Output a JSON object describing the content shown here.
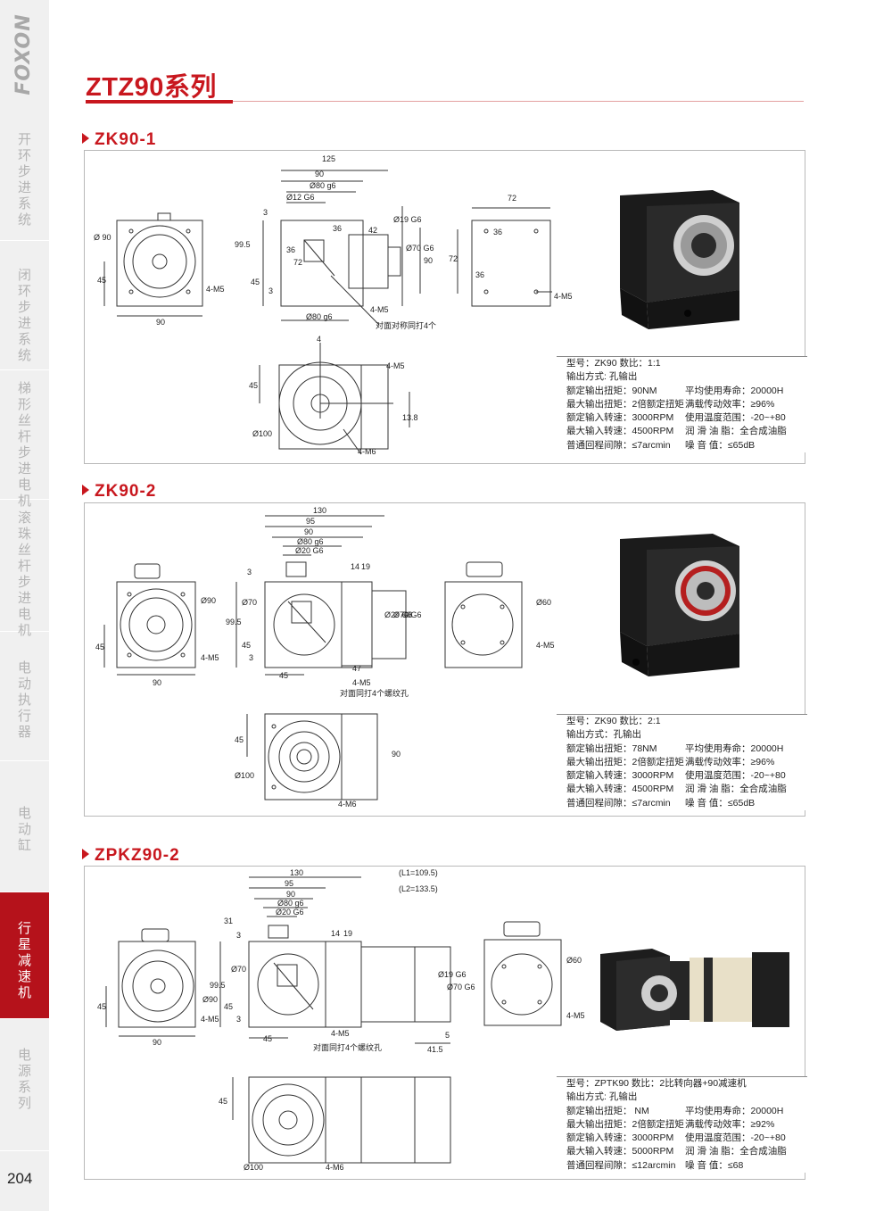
{
  "brand": "FOXON",
  "page_number": "204",
  "page_title": "ZTZ90系列",
  "nav": [
    {
      "label": "开环步进系统",
      "active": false
    },
    {
      "label": "闭环步进系统",
      "active": false
    },
    {
      "label": "梯形丝杆步进电机",
      "active": false
    },
    {
      "label": "滚珠丝杆步进电机",
      "active": false
    },
    {
      "label": "电动执行器",
      "active": false
    },
    {
      "label": "电动缸",
      "active": false
    },
    {
      "label": "行星减速机",
      "active": true
    },
    {
      "label": "电源系列",
      "active": false
    }
  ],
  "sections": [
    {
      "heading": "ZK90-1",
      "dims": {
        "d125": "125",
        "d90a": "90",
        "d80g6": "Ø80 g6",
        "d12g6": "Ø12 G6",
        "d3": "3",
        "d36a": "36",
        "d42": "42",
        "d19g6": "Ø19 G6",
        "d70g6": "Ø70 G6",
        "d90b": "90",
        "d995": "99.5",
        "d36b": "36",
        "d72": "72",
        "d45a": "45",
        "d3b": "3",
        "d80g6b": "Ø80 g6",
        "m5a": "4-M5",
        "m5note": "对面对称同打4个",
        "d90c": "Ø 90",
        "d45b": "45",
        "m5b": "4-M5",
        "d90d": "90",
        "d72b": "72",
        "d36c": "36",
        "d72c": "72",
        "d36d": "36",
        "m5c": "4-M5",
        "d4": "4",
        "d45c": "45",
        "m5d": "4-M5",
        "d138": "13.8",
        "d100": "Ø100",
        "m6": "4-M6"
      },
      "spec": [
        [
          "型号：ZK90   数比：1:1",
          ""
        ],
        [
          "输出方式: 孔输出",
          ""
        ],
        [
          "额定输出扭矩：90NM",
          "平均使用寿命：20000H"
        ],
        [
          "最大输出扭矩：2倍额定扭矩",
          "满载传动效率：≥96%"
        ],
        [
          "额定输入转速：3000RPM",
          "使用温度范围：-20~+80"
        ],
        [
          "最大输入转速：4500RPM",
          "润  滑  油  脂：全合成油脂"
        ],
        [
          "普通回程间隙：≤7arcmin",
          "噪       音    值：≤65dB"
        ]
      ]
    },
    {
      "heading": "ZK90-2",
      "dims": {
        "d130": "130",
        "d95": "95",
        "d90a": "90",
        "d80g6": "Ø80 g6",
        "d20g6": "Ø20 G6",
        "d3a": "3",
        "d14": "14",
        "d19": "19",
        "d70": "Ø70",
        "d995": "99.5",
        "d45a": "45",
        "d3b": "3",
        "d29g6": "Ø29 G6",
        "d70g6": "Ø70 G6",
        "d90b": "90",
        "d45b": "45",
        "d47": "47",
        "m5": "4-M5",
        "m5note": "对面同打4个螺纹孔",
        "d90c": "Ø90",
        "d45c": "45",
        "m5b": "4-M5",
        "d90d": "90",
        "d60": "Ø60",
        "m5c": "4-M5",
        "d45d": "45",
        "d90e": "90",
        "d100": "Ø100",
        "m6": "4-M6"
      },
      "spec": [
        [
          "型号：ZK90    数比：2:1",
          ""
        ],
        [
          "输出方式：孔输出",
          ""
        ],
        [
          "额定输出扭矩：78NM",
          "平均使用寿命：20000H"
        ],
        [
          "最大输出扭矩：2倍额定扭矩",
          "满载传动效率：≥96%"
        ],
        [
          "额定输入转速：3000RPM",
          "使用温度范围：-20~+80"
        ],
        [
          "最大输入转速：4500RPM",
          "润  滑  油  脂：全合成油脂"
        ],
        [
          "普通回程间隙：≤7arcmin",
          "噪       音    值：≤65dB"
        ]
      ]
    },
    {
      "heading": "ZPKZ90-2",
      "dims": {
        "d130": "130",
        "l1": "(L1=109.5)",
        "l2": "(L2=133.5)",
        "d95": "95",
        "d90a": "90",
        "d80g6": "Ø80 g6",
        "d20g6": "Ø20 G6",
        "d31": "31",
        "d3a": "3",
        "d14": "14",
        "d19": "19",
        "d70": "Ø70",
        "d995": "99.5",
        "d45a": "45",
        "d3b": "3",
        "d19g6": "Ø19 G6",
        "d70g6": "Ø70 G6",
        "d45b": "45",
        "m5": "4-M5",
        "m5note": "对面同打4个螺纹孔",
        "d5": "5",
        "d415": "41.5",
        "d90c": "Ø90",
        "d45c": "45",
        "m5b": "4-M5",
        "d90d": "90",
        "d60": "Ø60",
        "m5c": "4-M5",
        "d45d": "45",
        "d100": "Ø100",
        "m6": "4-M6"
      },
      "spec": [
        [
          "型号：ZPTK90   数比：2比转向器+90减速机",
          ""
        ],
        [
          "输出方式: 孔输出",
          ""
        ],
        [
          "额定输出扭矩：    NM",
          "平均使用寿命：20000H"
        ],
        [
          "最大输出扭矩：2倍额定扭矩",
          "满载传动效率：≥92%"
        ],
        [
          "额定输入转速：3000RPM",
          "使用温度范围：-20~+80"
        ],
        [
          "最大输入转速：5000RPM",
          "润  滑  油  脂：全合成油脂"
        ],
        [
          "普通回程间隙：≤12arcmin",
          "噪       音    值：≤68"
        ]
      ]
    }
  ],
  "colors": {
    "accent": "#c8171e",
    "nav_active": "#b5121b",
    "sidebar": "#f0f0f0"
  }
}
